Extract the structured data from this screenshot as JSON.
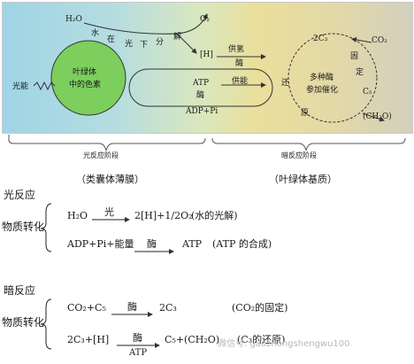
{
  "diagram": {
    "h2o": "H₂O",
    "o2": "O₂",
    "h": "[H]",
    "water_split": [
      "水",
      "在",
      "光",
      "下",
      "分",
      "解"
    ],
    "light_energy": "光能",
    "chloro_pigment": [
      "叶绿体",
      "中的色素"
    ],
    "atp": "ATP",
    "enzyme": "酶",
    "adp_pi": "ADP+Pi",
    "supply_h": [
      "供氢"
    ],
    "supply_energy": "供能",
    "c5": "2C₃",
    "co2": "CO₂",
    "fixation": "固",
    "fix2": "定",
    "enzymes_center": [
      "多种酶",
      "参加催化"
    ],
    "c5b": "C₅",
    "reduce1": "还",
    "reduce2": "原",
    "ch2o": "(CH₂O)",
    "light_stage": "光反应阶段",
    "dark_stage": "暗反应阶段"
  },
  "captions": {
    "left": "（类囊体薄膜）",
    "right": "（叶绿体基质）"
  },
  "light_reaction": {
    "heading": "光反应",
    "group": "物质转化",
    "eq1_left": "H₂O",
    "eq1_cond": "光",
    "eq1_right": "2[H]+1/2O₂",
    "eq1_note": "(水的光解)",
    "eq2_left": "ADP+Pi+能量",
    "eq2_cond": "酶",
    "eq2_right": "ATP",
    "eq2_note": "(ATP 的合成)"
  },
  "dark_reaction": {
    "heading": "暗反应",
    "group": "物质转化",
    "eq1_left": "CO₂+C₅",
    "eq1_cond": "酶",
    "eq1_right": "2C₃",
    "eq1_note": "(CO₂的固定)",
    "eq2_left": "2C₃+[H]",
    "eq2_cond": "酶",
    "eq2_cond2": "ATP",
    "eq2_right": "C₅+(CH₂O)",
    "eq2_note": "(C₃的还原)"
  },
  "watermark": "微信号: gaozhongshengwu100",
  "colors": {
    "chlorophyll_green": "#7ccf5c",
    "panel_blue": "#9fd4e6",
    "panel_yellow": "#eadf9c"
  }
}
